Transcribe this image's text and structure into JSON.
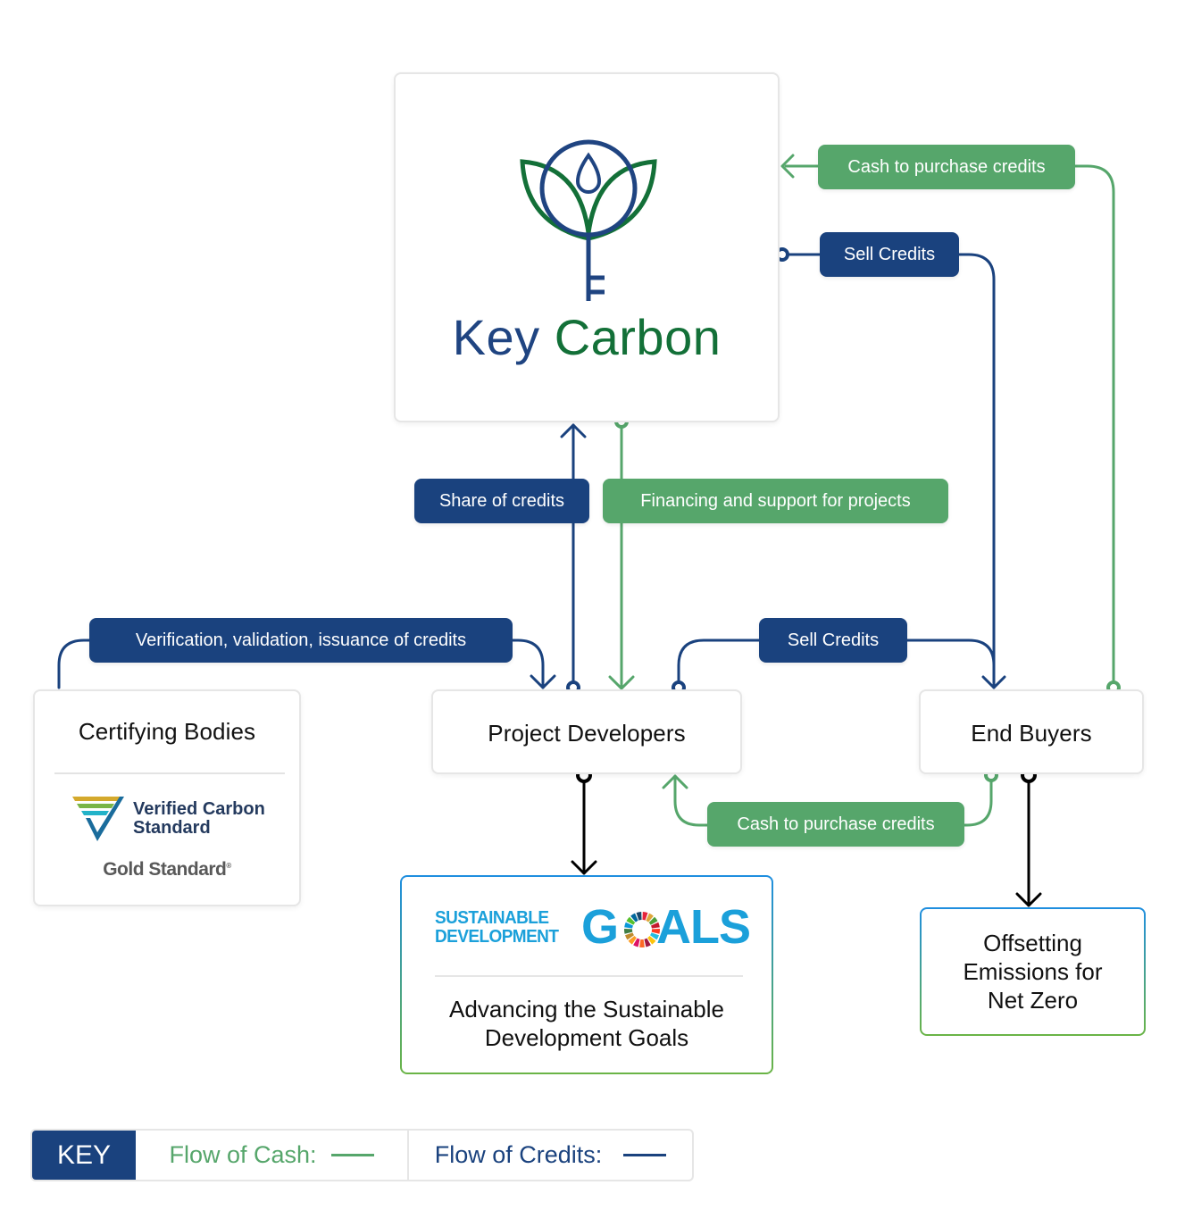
{
  "colors": {
    "cash": "#56a66b",
    "credit": "#1a427e",
    "impact": "#000000",
    "key_carbon_blue": "#1f4481",
    "key_carbon_green": "#137038",
    "sdg_blue": "#1ba0da"
  },
  "nodes": {
    "key_carbon": {
      "word1": "Key",
      "word2": "Carbon",
      "logo_icon": "leaf-key-drop-logo"
    },
    "certifying_bodies": {
      "title": "Certifying Bodies",
      "logos": [
        {
          "name": "verified-carbon-standard",
          "line1": "Verified Carbon",
          "line2": "Standard"
        },
        {
          "name": "gold-standard",
          "g": "G",
          "text": "old Standard",
          "reg": "®"
        }
      ]
    },
    "project_developers": {
      "title": "Project Developers"
    },
    "end_buyers": {
      "title": "End Buyers"
    },
    "sdg": {
      "logo_line1": "SUSTAINABLE",
      "logo_line2": "DEVELOPMENT",
      "logo_g": "G",
      "logo_als": "ALS",
      "caption_line1": "Advancing the Sustainable",
      "caption_line2": "Development Goals"
    },
    "net_zero": {
      "line1": "Offsetting",
      "line2": "Emissions for",
      "line3": "Net Zero"
    }
  },
  "flows": [
    {
      "label": "Cash to purchase credits",
      "type": "cash",
      "from": "End Buyers",
      "to": "Key Carbon"
    },
    {
      "label": "Sell Credits",
      "type": "credit",
      "from": "Key Carbon",
      "to": "End Buyers"
    },
    {
      "label": "Share of credits",
      "type": "credit",
      "from": "Project Developers",
      "to": "Key Carbon"
    },
    {
      "label": "Financing and support for projects",
      "type": "cash",
      "from": "Key Carbon",
      "to": "Project Developers"
    },
    {
      "label": "Verification, validation, issuance of credits",
      "type": "credit",
      "from": "Certifying Bodies",
      "to": "Project Developers"
    },
    {
      "label": "Sell Credits",
      "type": "credit",
      "from": "Project Developers",
      "to": "End Buyers"
    },
    {
      "label": "Cash to purchase credits",
      "type": "cash",
      "from": "End Buyers",
      "to": "Project Developers"
    },
    {
      "label": "",
      "type": "impact",
      "from": "Project Developers",
      "to": "Sustainable Development Goals"
    },
    {
      "label": "",
      "type": "impact",
      "from": "End Buyers",
      "to": "Offsetting Emissions for Net Zero"
    }
  ],
  "legend": {
    "key_label": "KEY",
    "cash_label": "Flow of Cash:",
    "credit_label": "Flow of Credits:"
  }
}
